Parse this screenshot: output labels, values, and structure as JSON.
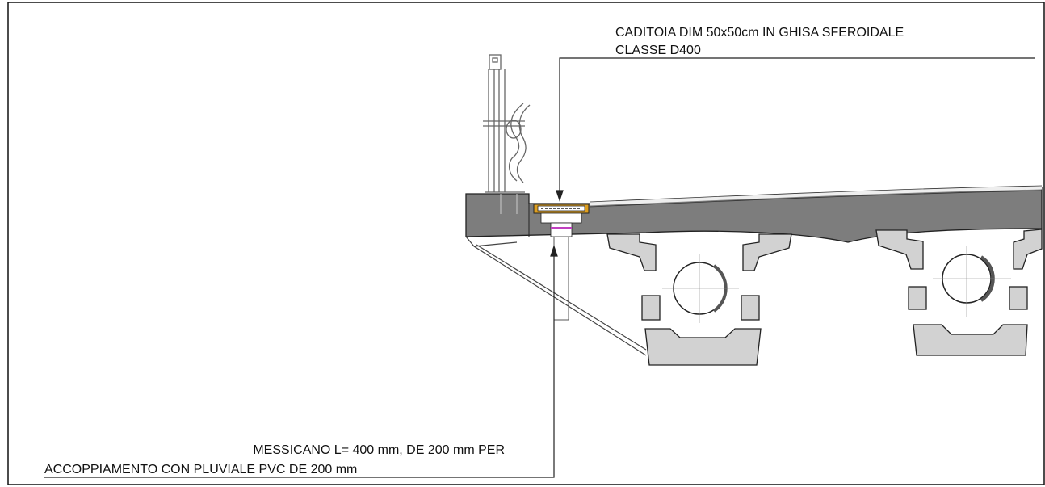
{
  "labels": {
    "caditoia_line1": "CADITOIA DIM 50x50cm IN GHISA SFEROIDALE",
    "caditoia_line2": "CLASSE D400",
    "messicano_line1": "MESSICANO L= 400 mm, DE 200 mm PER",
    "messicano_line2": "ACCOPPIAMENTO CON PLUVIALE PVC DE 200 mm"
  },
  "colors": {
    "concrete": "#7d7d7d",
    "precast": "#d2d2d2",
    "line": "#222222",
    "grate": "#e0a020",
    "pipe": "#c040c0"
  }
}
